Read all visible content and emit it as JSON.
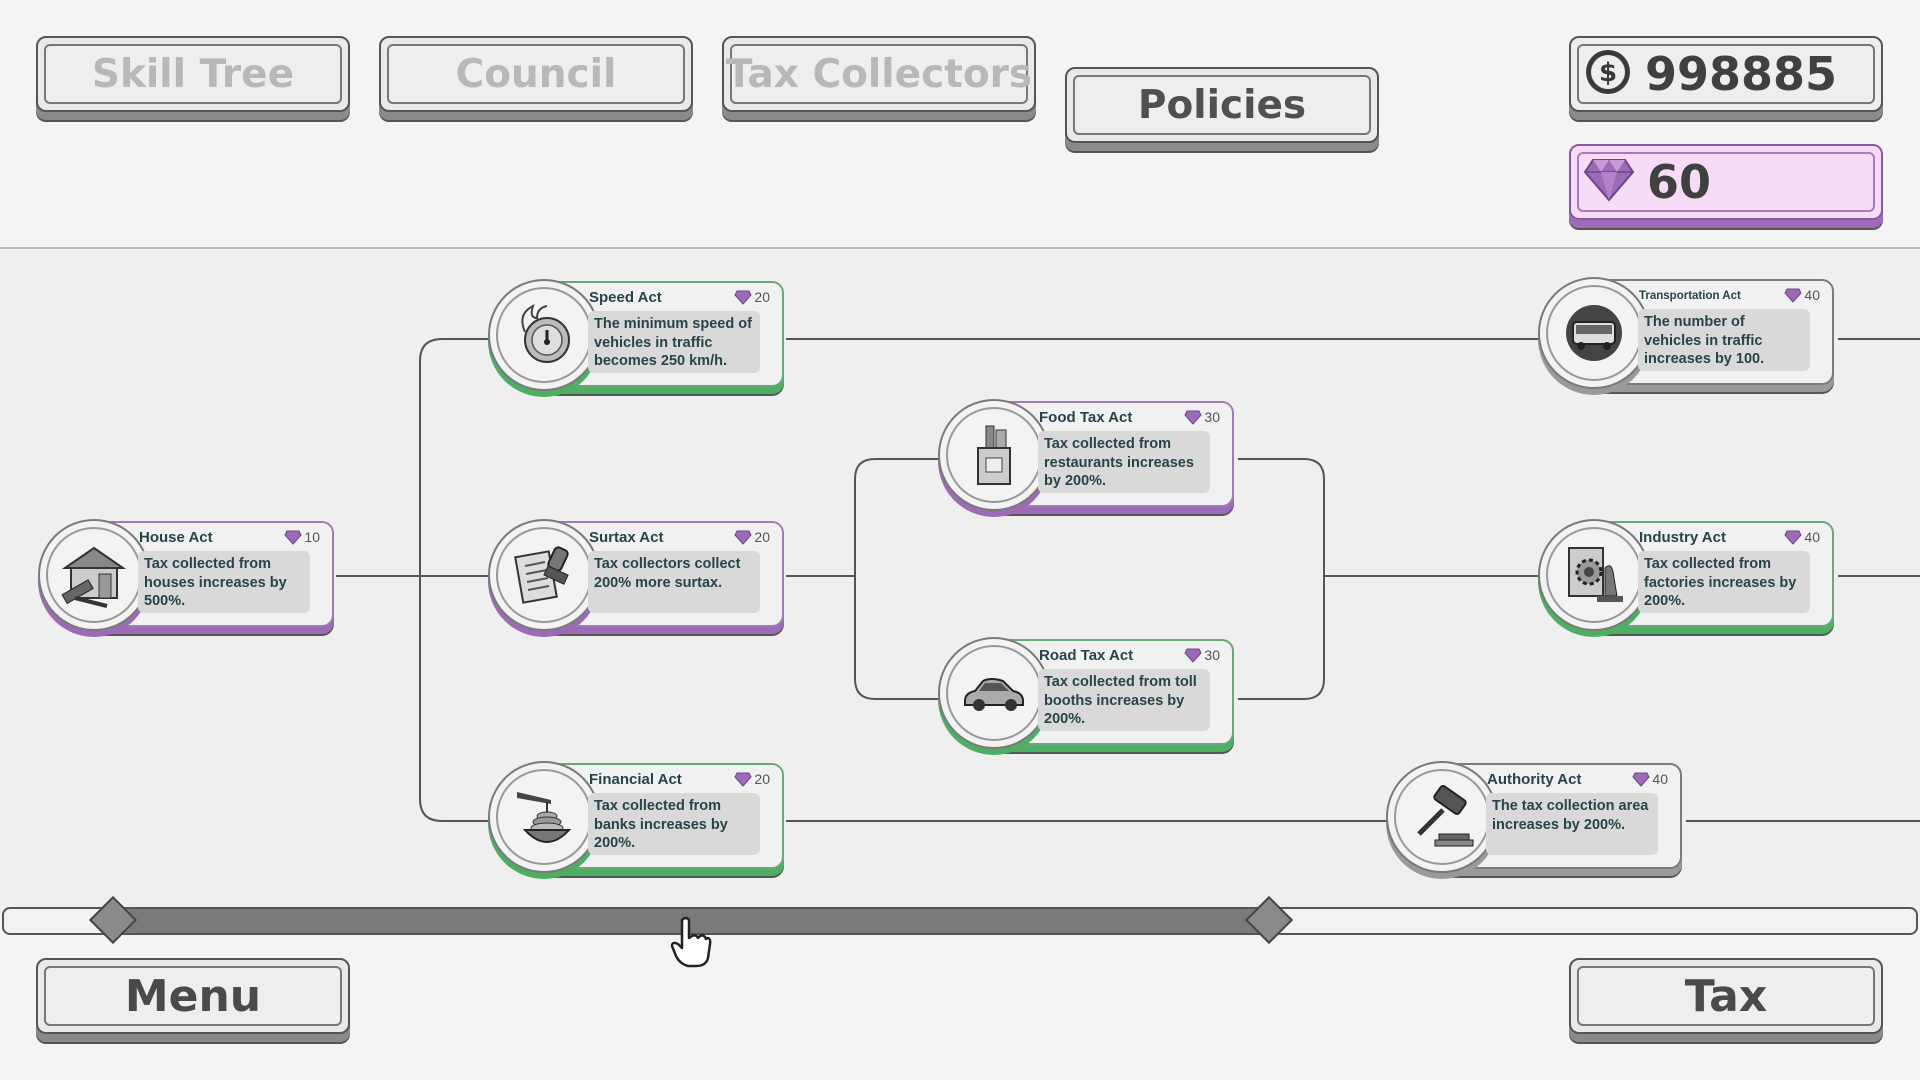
{
  "tabs": [
    {
      "label": "Skill Tree",
      "state": "dim"
    },
    {
      "label": "Council",
      "state": "dim"
    },
    {
      "label": "Tax Collectors",
      "state": "dim"
    },
    {
      "label": "Policies",
      "state": "active"
    }
  ],
  "resources": {
    "coins": "998885",
    "gems": "60",
    "coin_icon": "dollar-coin-icon",
    "gem_icon": "purple-gem-icon",
    "gem_bg": "#f6dcf6",
    "gem_accent": "#a06abb",
    "coin_bg": "#efeded"
  },
  "colors": {
    "unlocked": "#4caf62",
    "selected": "#9c6bb5",
    "locked": "#9a9a9a"
  },
  "policies": {
    "speed": {
      "title": "Speed Act",
      "cost": "20",
      "desc": "The minimum speed of vehicles in traffic becomes 250 km/h.",
      "icon": "speedometer-fire-icon",
      "state": "unlocked"
    },
    "house": {
      "title": "House Act",
      "cost": "10",
      "desc": "Tax collected from houses increases by 500%.",
      "icon": "house-hammer-icon",
      "state": "selected"
    },
    "surtax": {
      "title": "Surtax Act",
      "cost": "20",
      "desc": "Tax collectors collect 200% more surtax.",
      "icon": "document-stamp-icon",
      "state": "selected"
    },
    "financial": {
      "title": "Financial Act",
      "cost": "20",
      "desc": "Tax collected from banks increases by 200%.",
      "icon": "coin-bowl-icon",
      "state": "unlocked"
    },
    "food": {
      "title": "Food Tax Act",
      "cost": "30",
      "desc": "Tax collected from restaurants increases by 200%.",
      "icon": "grocery-bag-icon",
      "state": "selected"
    },
    "road": {
      "title": "Road Tax Act",
      "cost": "30",
      "desc": "Tax collected from toll booths increases by 200%.",
      "icon": "car-icon",
      "state": "unlocked"
    },
    "transportation": {
      "title": "Transportation Act",
      "cost": "40",
      "desc": "The number of vehicles in traffic increases by 100.",
      "icon": "bus-icon",
      "state": "locked"
    },
    "industry": {
      "title": "Industry Act",
      "cost": "40",
      "desc": "Tax collected from factories increases by 200%.",
      "icon": "factory-gear-icon",
      "state": "unlocked"
    },
    "authority": {
      "title": "Authority Act",
      "cost": "40",
      "desc": "The tax collection area increases by 200%.",
      "icon": "gavel-icon",
      "state": "locked"
    }
  },
  "bottom": {
    "menu": "Menu",
    "tax": "Tax"
  },
  "scroll": {
    "view_start": 0.06,
    "view_end": 0.66
  }
}
